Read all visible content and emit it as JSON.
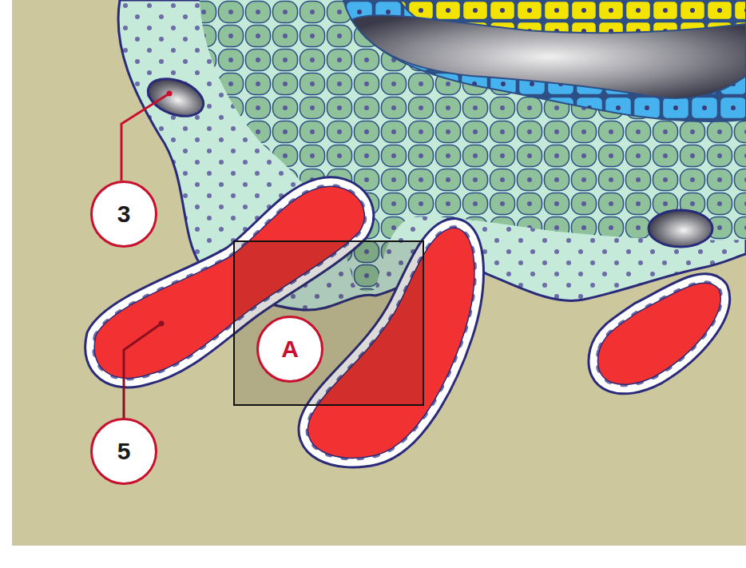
{
  "diagram": {
    "labels": [
      "3",
      "5",
      "A"
    ]
  }
}
